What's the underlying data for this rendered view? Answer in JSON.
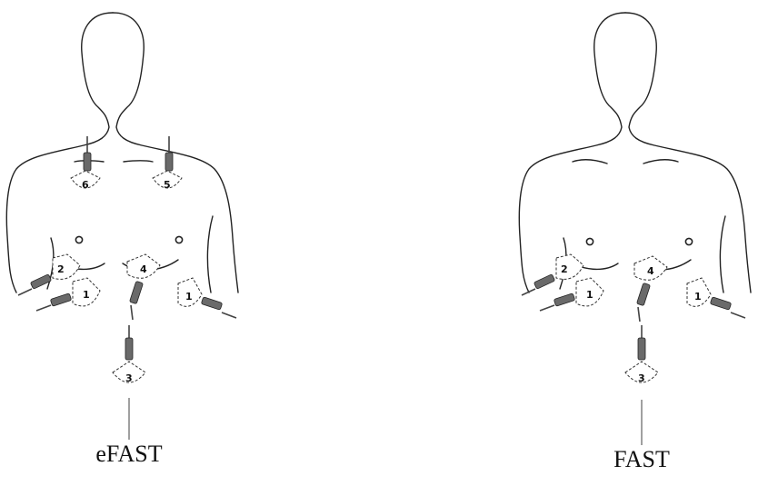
{
  "figures": [
    {
      "caption": "eFAST",
      "windows": [
        "1",
        "2",
        "1",
        "4",
        "3",
        "6",
        "5"
      ]
    },
    {
      "caption": "FAST",
      "windows": [
        "1",
        "2",
        "1",
        "4",
        "3"
      ]
    }
  ]
}
